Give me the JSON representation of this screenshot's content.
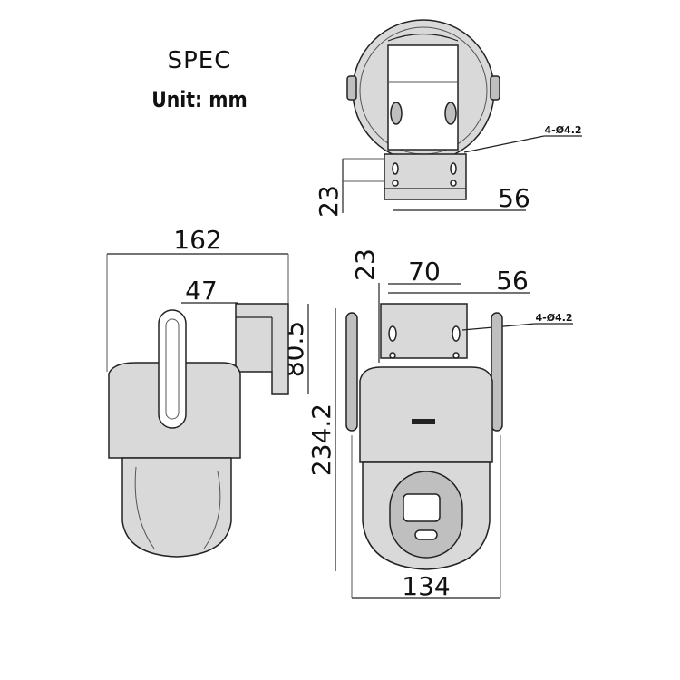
{
  "spec": {
    "title": "SPEC",
    "unit": "Unit: mm"
  },
  "dimensions": {
    "top_height": "23",
    "top_width": "56",
    "top_holes": "4-Ø4.2",
    "side_width": "162",
    "side_bracket": "47",
    "side_bracket_height": "80.5",
    "front_bracket_height": "23",
    "front_hole_spacing": "70",
    "front_bracket_width": "56",
    "front_holes": "4-Ø4.2",
    "front_height": "234.2",
    "front_width": "134"
  },
  "colors": {
    "body": "#d9d9d9",
    "line": "#222222"
  }
}
